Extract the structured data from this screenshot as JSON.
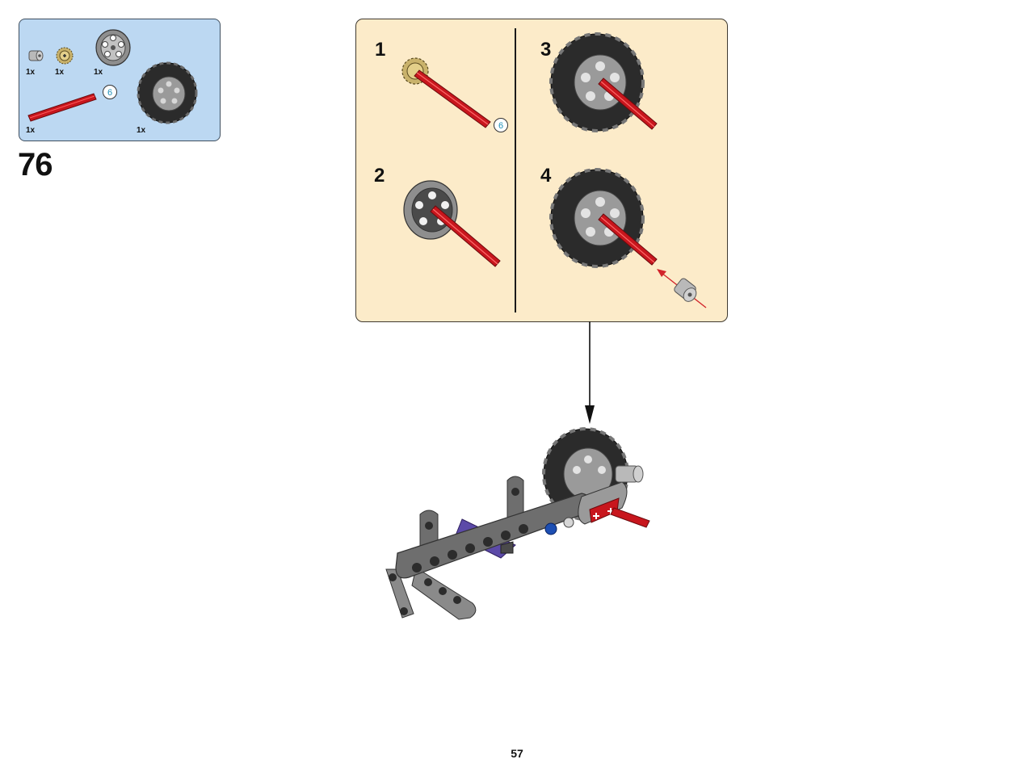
{
  "parts_list": {
    "items": [
      {
        "name": "bush",
        "qty": "1x"
      },
      {
        "name": "gear",
        "qty": "1x"
      },
      {
        "name": "hub",
        "qty": "1x"
      },
      {
        "name": "axle",
        "qty": "1x",
        "length": "6"
      },
      {
        "name": "tire",
        "qty": "1x"
      }
    ]
  },
  "step": {
    "number": "76"
  },
  "sub_steps": [
    {
      "number": "1",
      "axle_length": "6"
    },
    {
      "number": "2"
    },
    {
      "number": "3"
    },
    {
      "number": "4"
    }
  ],
  "colors": {
    "parts_bg": "#bcd8f2",
    "substep_bg": "#fcebc9",
    "axle_red": "#c8161d",
    "tire": "#2b2b2b",
    "hub": "#9a9a9a",
    "beam": "#6e6e6e"
  },
  "page": {
    "number": "57"
  }
}
